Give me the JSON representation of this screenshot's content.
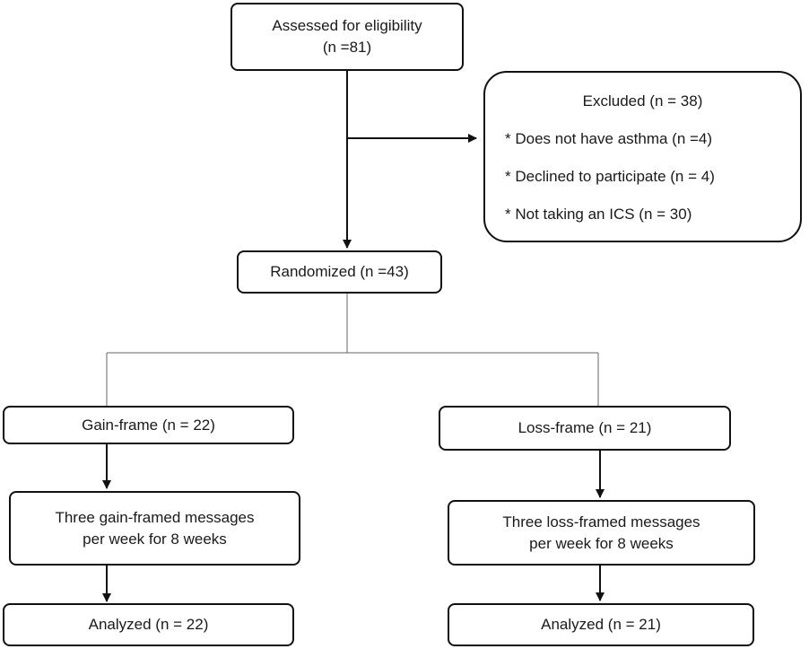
{
  "assessed": {
    "line1": "Assessed for eligibility",
    "line2": "(n =81)"
  },
  "excluded": {
    "title": "Excluded (n = 38)",
    "items": [
      "* Does not have asthma (n =4)",
      "* Declined to participate (n = 4)",
      "* Not taking an ICS (n = 30)"
    ]
  },
  "randomized": "Randomized (n =43)",
  "gain": {
    "group": "Gain-frame (n = 22)",
    "intervention_line1": "Three gain-framed messages",
    "intervention_line2": "per week for 8 weeks",
    "analyzed": "Analyzed (n = 22)"
  },
  "loss": {
    "group": "Loss-frame (n = 21)",
    "intervention_line1": "Three loss-framed messages",
    "intervention_line2": "per week for 8 weeks",
    "analyzed": "Analyzed (n = 21)"
  }
}
